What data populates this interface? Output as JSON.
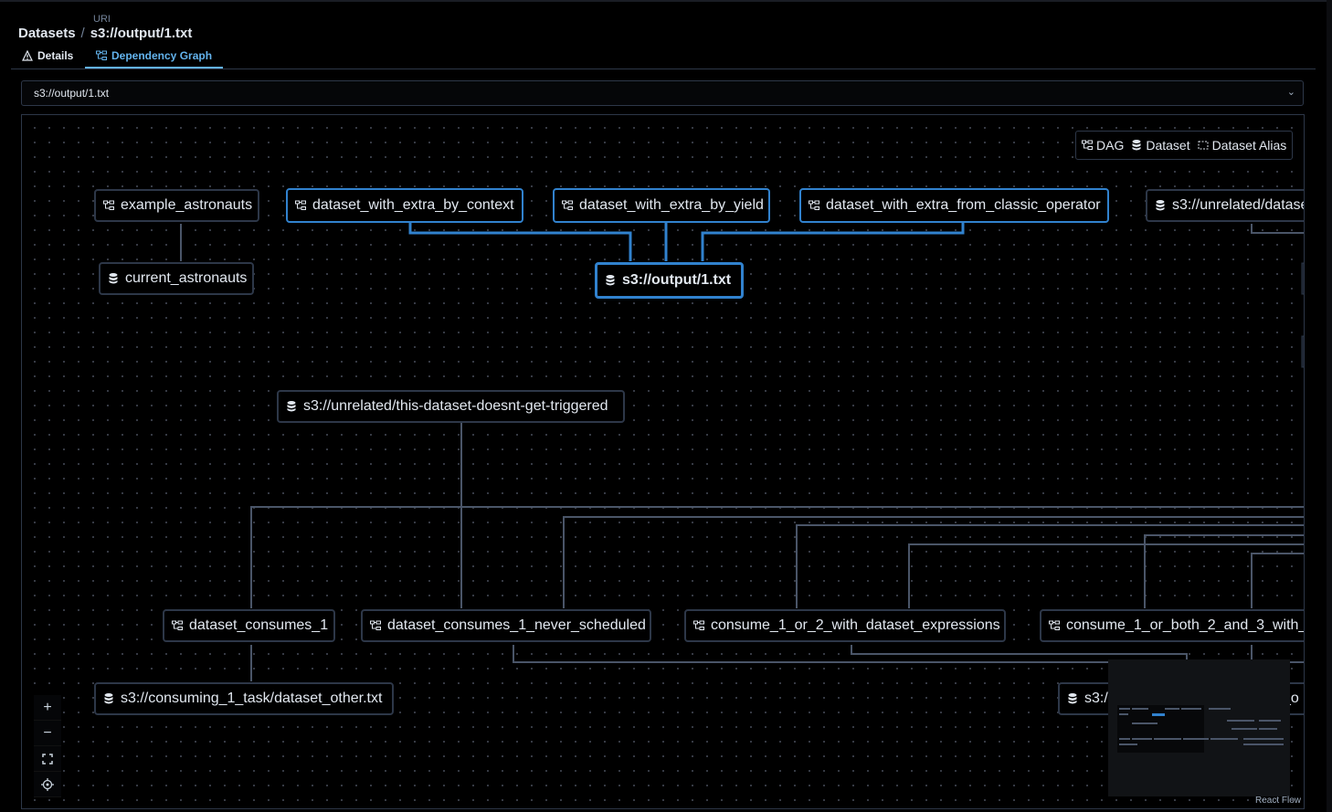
{
  "breadcrumb": {
    "root": "Datasets",
    "current": "s3://output/1.txt",
    "uri_label": "URI"
  },
  "tabs": [
    {
      "label": "Details",
      "icon": "warning-icon",
      "active": false
    },
    {
      "label": "Dependency Graph",
      "icon": "graph-icon",
      "active": true
    }
  ],
  "dataset_select": {
    "value": "s3://output/1.txt",
    "icon": "chevron-down-icon"
  },
  "legend": {
    "dag": "DAG",
    "dataset": "Dataset",
    "alias": "Dataset Alias"
  },
  "nodes": {
    "example_astronauts": "example_astronauts",
    "current_astronauts": "current_astronauts",
    "by_context": "dataset_with_extra_by_context",
    "by_yield": "dataset_with_extra_by_yield",
    "classic_operator": "dataset_with_extra_from_classic_operator",
    "unrelated_clipped": "s3://unrelated/datase",
    "output": "s3://output/1.txt",
    "unrelated_full": "s3://unrelated/this-dataset-doesnt-get-triggered",
    "consumes_1": "dataset_consumes_1",
    "consumes_never": "dataset_consumes_1_never_scheduled",
    "consume_expr": "consume_1_or_2_with_dataset_expressions",
    "consume_both": "consume_1_or_both_2_and_3_with_",
    "consuming_task": "s3://consuming_1_task/dataset_other.txt",
    "s3_partial": "s3:/",
    "partial_o": "_o"
  },
  "controls": {
    "zoom_in": "+",
    "zoom_out": "−",
    "fit": "⛶",
    "locate": "⌖"
  },
  "attribution": "React Flow",
  "colors": {
    "accent": "#3182ce",
    "edge": "#4a5568",
    "border": "#2d3748",
    "background": "#000000"
  }
}
